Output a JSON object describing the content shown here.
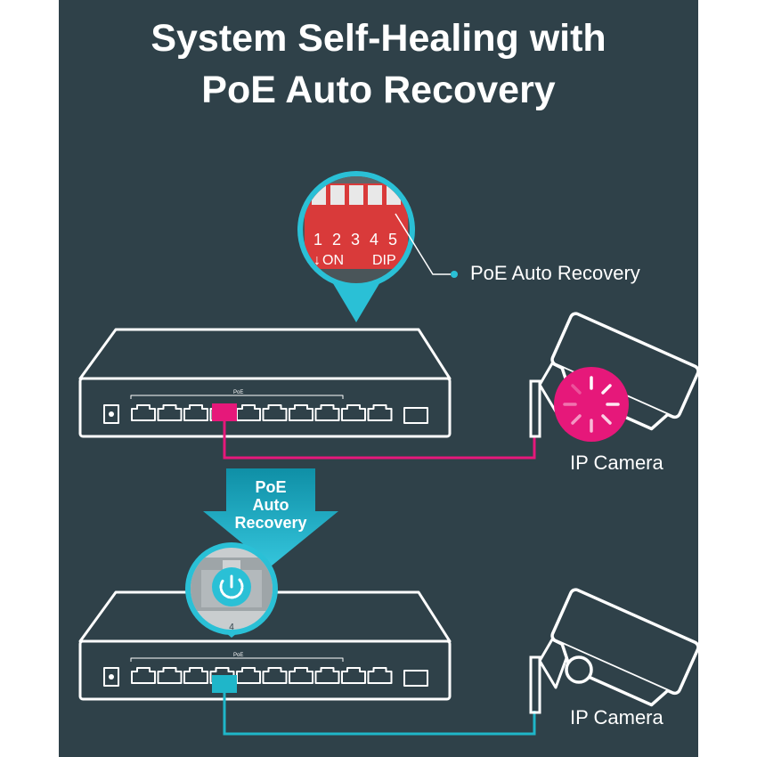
{
  "title": {
    "line1": "System Self-Healing with",
    "line2": "PoE Auto Recovery"
  },
  "dip_switch": {
    "numbers": [
      "1",
      "2",
      "3",
      "4",
      "5"
    ],
    "on_label": "ON",
    "dip_label": "DIP",
    "callout_label": "PoE Auto Recovery"
  },
  "switch_top": {
    "port_group_label": "PoE",
    "camera_label": "IP Camera",
    "camera_status": "rebooting-spinner-icon"
  },
  "arrow": {
    "line1": "PoE",
    "line2": "Auto",
    "line3": "Recovery"
  },
  "port_zoom": {
    "port_number": "4",
    "icon": "power-restart-icon"
  },
  "switch_bottom": {
    "port_group_label": "PoE",
    "camera_label": "IP Camera"
  },
  "colors": {
    "background": "#2f4149",
    "accent_fault": "#e6187a",
    "accent_recovery": "#1fb6c9",
    "dip_red": "#d93a3a"
  }
}
